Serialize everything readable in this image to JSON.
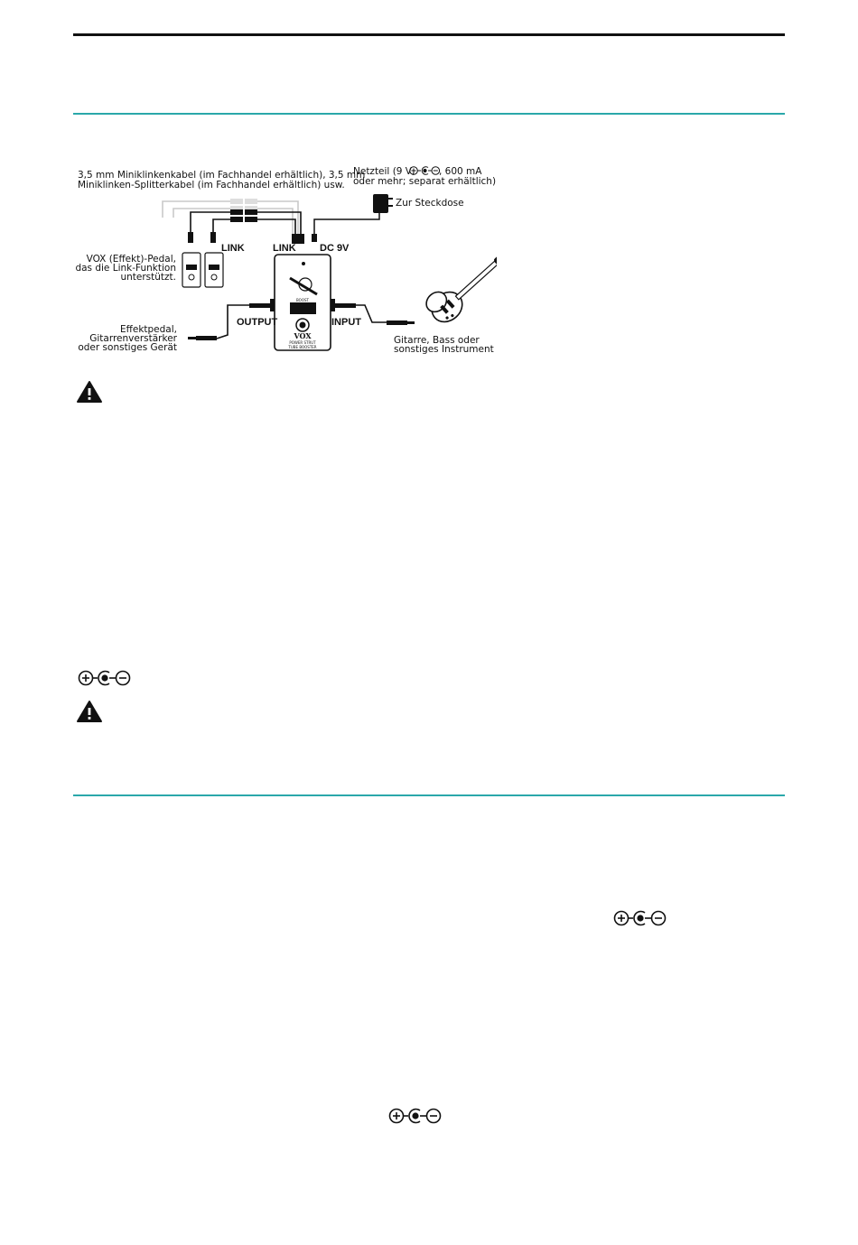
{
  "diagram": {
    "cable_note_line1": "3,5 mm Miniklinkenkabel (im Fachhandel erhältlich), 3,5 mm",
    "cable_note_line2": "Miniklinken-Splitterkabel (im Fachhandel erhältlich) usw.",
    "adapter_line1_pre": "Netzteil (9 V,",
    "adapter_line1_post": ", 600 mA",
    "adapter_line2": "oder mehr; separat erhältlich)",
    "outlet": "Zur Steckdose",
    "link_left": "LINK",
    "link_center": "LINK",
    "dc9v": "DC 9V",
    "vox_pedal_line1": "VOX (Effekt)-Pedal,",
    "vox_pedal_line2": "das die Link-Funktion",
    "vox_pedal_line3": "unterstützt.",
    "output": "OUTPUT",
    "input": "INPUT",
    "effect_line1": "Effektpedal,",
    "effect_line2": "Gitarrenverstärker",
    "effect_line3": "oder sonstiges Gerät",
    "guitar_line1": "Gitarre, Bass oder",
    "guitar_line2": "sonstiges Instrument",
    "pedal_boost": "BOOST",
    "pedal_brand": "VOX",
    "pedal_model": "POWER STRUT",
    "pedal_sub": "TUBE BOOSTER"
  },
  "icons": {
    "warning": "warning-triangle-icon",
    "polarity": "dc-polarity-center-positive-icon"
  }
}
